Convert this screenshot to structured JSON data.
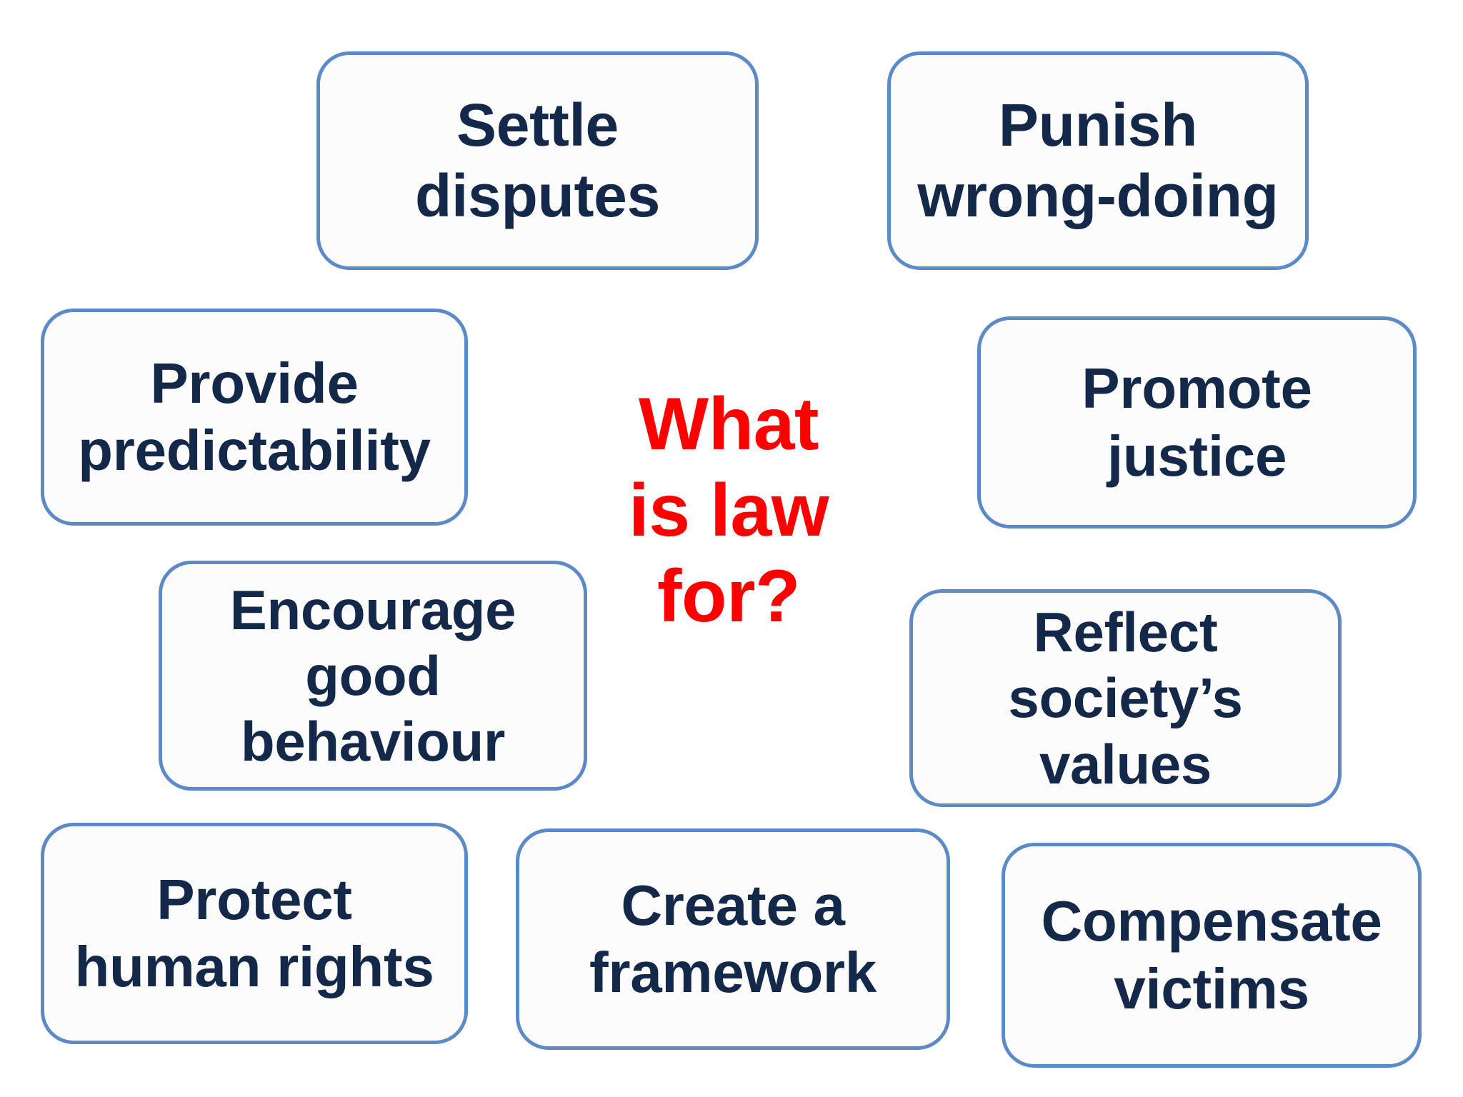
{
  "slide": {
    "background_color": "#ffffff",
    "center_question": {
      "text": "What\nis law\nfor?",
      "color": "#ff0000"
    },
    "style": {
      "box_border_color": "#5b8ac6",
      "box_fill_color": "#fcfcfd",
      "box_text_color": "#14294a"
    },
    "nodes": [
      {
        "id": "settle-disputes",
        "label": "Settle\ndisputes"
      },
      {
        "id": "punish-wrongdoing",
        "label": "Punish\nwrong-doing"
      },
      {
        "id": "provide-predictability",
        "label": "Provide\npredictability"
      },
      {
        "id": "promote-justice",
        "label": "Promote\njustice"
      },
      {
        "id": "encourage-good-behaviour",
        "label": "Encourage\ngood\nbehaviour"
      },
      {
        "id": "reflect-societys-values",
        "label": "Reflect\nsociety’s\nvalues"
      },
      {
        "id": "protect-human-rights",
        "label": "Protect\nhuman rights"
      },
      {
        "id": "create-a-framework",
        "label": "Create a\nframework"
      },
      {
        "id": "compensate-victims",
        "label": "Compensate\nvictims"
      }
    ]
  }
}
